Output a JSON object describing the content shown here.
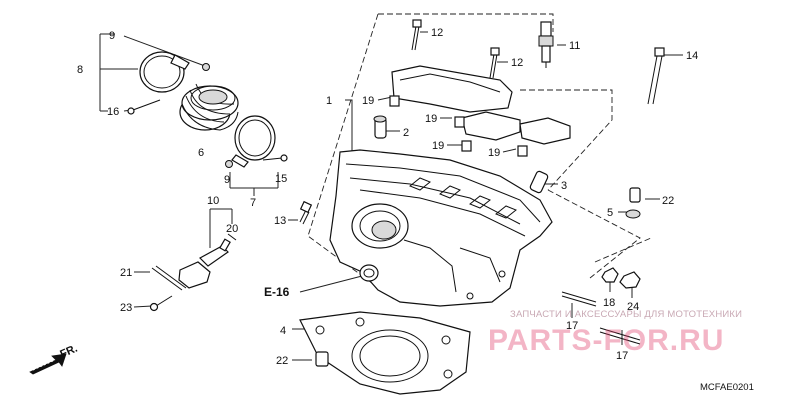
{
  "diagram": {
    "callouts": {
      "c1": "1",
      "c2": "2",
      "c3": "3",
      "c4": "4",
      "c5": "5",
      "c6": "6",
      "c7": "7",
      "c8": "8",
      "c9a": "9",
      "c9b": "9",
      "c10": "10",
      "c11": "11",
      "c12a": "12",
      "c12b": "12",
      "c13": "13",
      "c14": "14",
      "c15": "15",
      "c16": "16",
      "c17a": "17",
      "c17b": "17",
      "c18": "18",
      "c19a": "19",
      "c19b": "19",
      "c19c": "19",
      "c19d": "19",
      "c20": "20",
      "c21": "21",
      "c22a": "22",
      "c22b": "22",
      "c23": "23",
      "c24": "24"
    },
    "reference": "E-16",
    "direction_label": "FR.",
    "drawing_code": "MCFAE0201"
  },
  "watermark": {
    "tagline": "ЗАПЧАСТИ И АКСЕССУАРЫ ДЛЯ МОТОТЕХНИКИ",
    "site": "PARTS-FOR.RU"
  }
}
